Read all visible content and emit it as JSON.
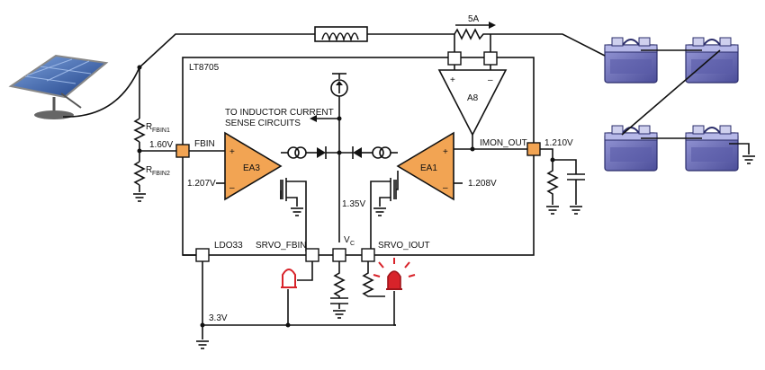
{
  "diagram": {
    "chip_label": "LT8705",
    "labels": {
      "current_5a": "5A",
      "rfbin1_main": "R",
      "rfbin1_sub": "FBIN1",
      "rfbin2_main": "R",
      "rfbin2_sub": "FBIN2",
      "v_fbin": "1.60V",
      "pin_fbin": "FBIN",
      "v_1207": "1.207V",
      "inductor_note_line1": "TO INDUCTOR CURRENT",
      "inductor_note_line2": "SENSE CIRCUITS",
      "v_135": "1.35V",
      "v_1208": "1.208V",
      "pin_imon": "IMON_OUT",
      "v_1210": "1.210V",
      "pin_ldo33": "LDO33",
      "pin_srvo_fbin": "SRVO_FBIN",
      "pin_vc_main": "V",
      "pin_vc_sub": "C",
      "pin_srvo_iout": "SRVO_IOUT",
      "v_33": "3.3V"
    },
    "amplifiers": {
      "ea3": {
        "name": "EA3",
        "plus": "+",
        "minus": "–"
      },
      "ea1": {
        "name": "EA1",
        "plus": "+",
        "minus": "–"
      },
      "a8": {
        "name": "A8",
        "plus": "+",
        "minus": "–"
      }
    },
    "colors": {
      "amp_fill": "#f2a453",
      "led_off": "#ffffff",
      "led_on": "#d8232a",
      "battery": "#6d6fb8",
      "panel": "#2f5fa8"
    },
    "icons": [
      "solar-panel-icon",
      "battery-icon",
      "led-icon",
      "ground-icon",
      "inductor-icon"
    ]
  }
}
